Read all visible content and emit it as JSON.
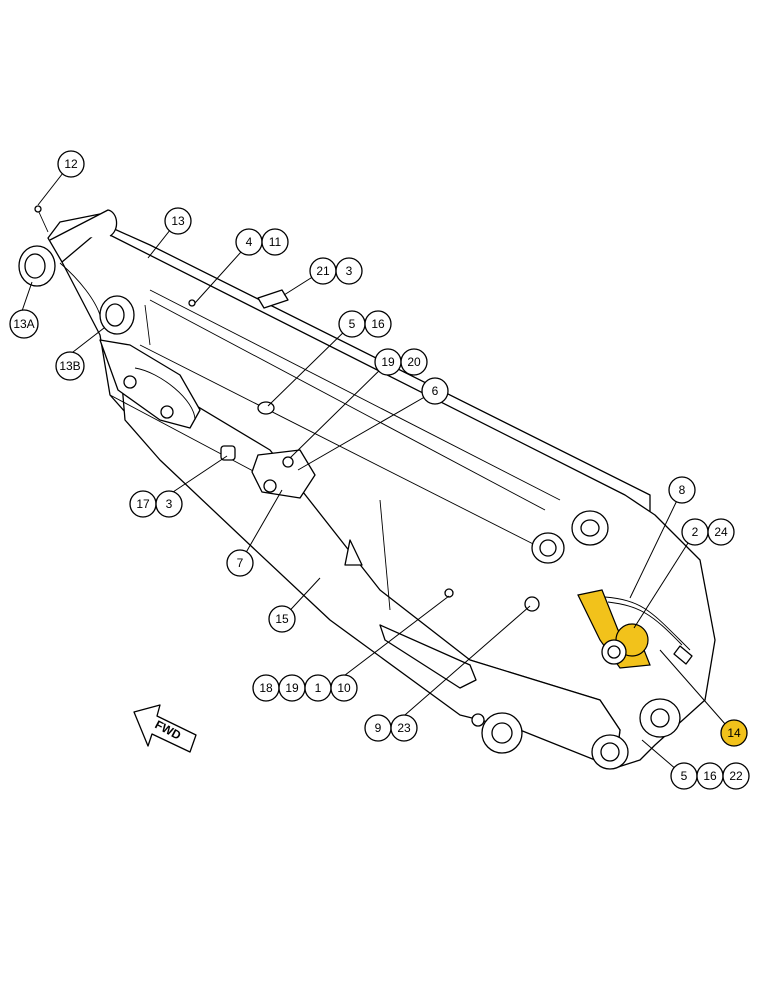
{
  "callouts": [
    {
      "id": "c-12",
      "label": "12"
    },
    {
      "id": "c-13",
      "label": "13"
    },
    {
      "id": "c-4",
      "label": "4"
    },
    {
      "id": "c-11",
      "label": "11"
    },
    {
      "id": "c-21",
      "label": "21"
    },
    {
      "id": "c-3a",
      "label": "3"
    },
    {
      "id": "c-13A",
      "label": "13A"
    },
    {
      "id": "c-5a",
      "label": "5"
    },
    {
      "id": "c-16a",
      "label": "16"
    },
    {
      "id": "c-13B",
      "label": "13B"
    },
    {
      "id": "c-19a",
      "label": "19"
    },
    {
      "id": "c-20",
      "label": "20"
    },
    {
      "id": "c-6",
      "label": "6"
    },
    {
      "id": "c-17",
      "label": "17"
    },
    {
      "id": "c-3b",
      "label": "3"
    },
    {
      "id": "c-8",
      "label": "8"
    },
    {
      "id": "c-2",
      "label": "2"
    },
    {
      "id": "c-24",
      "label": "24"
    },
    {
      "id": "c-7",
      "label": "7"
    },
    {
      "id": "c-15",
      "label": "15"
    },
    {
      "id": "c-18",
      "label": "18"
    },
    {
      "id": "c-19b",
      "label": "19"
    },
    {
      "id": "c-1",
      "label": "1"
    },
    {
      "id": "c-10",
      "label": "10"
    },
    {
      "id": "c-14",
      "label": "14",
      "highlight": true
    },
    {
      "id": "c-9",
      "label": "9"
    },
    {
      "id": "c-23",
      "label": "23"
    },
    {
      "id": "c-5b",
      "label": "5"
    },
    {
      "id": "c-16b",
      "label": "16"
    },
    {
      "id": "c-22",
      "label": "22"
    }
  ],
  "direction_arrow": {
    "label": "FWD"
  },
  "colors": {
    "highlight": "#f2c21b",
    "line": "#000000",
    "background": "#ffffff"
  }
}
